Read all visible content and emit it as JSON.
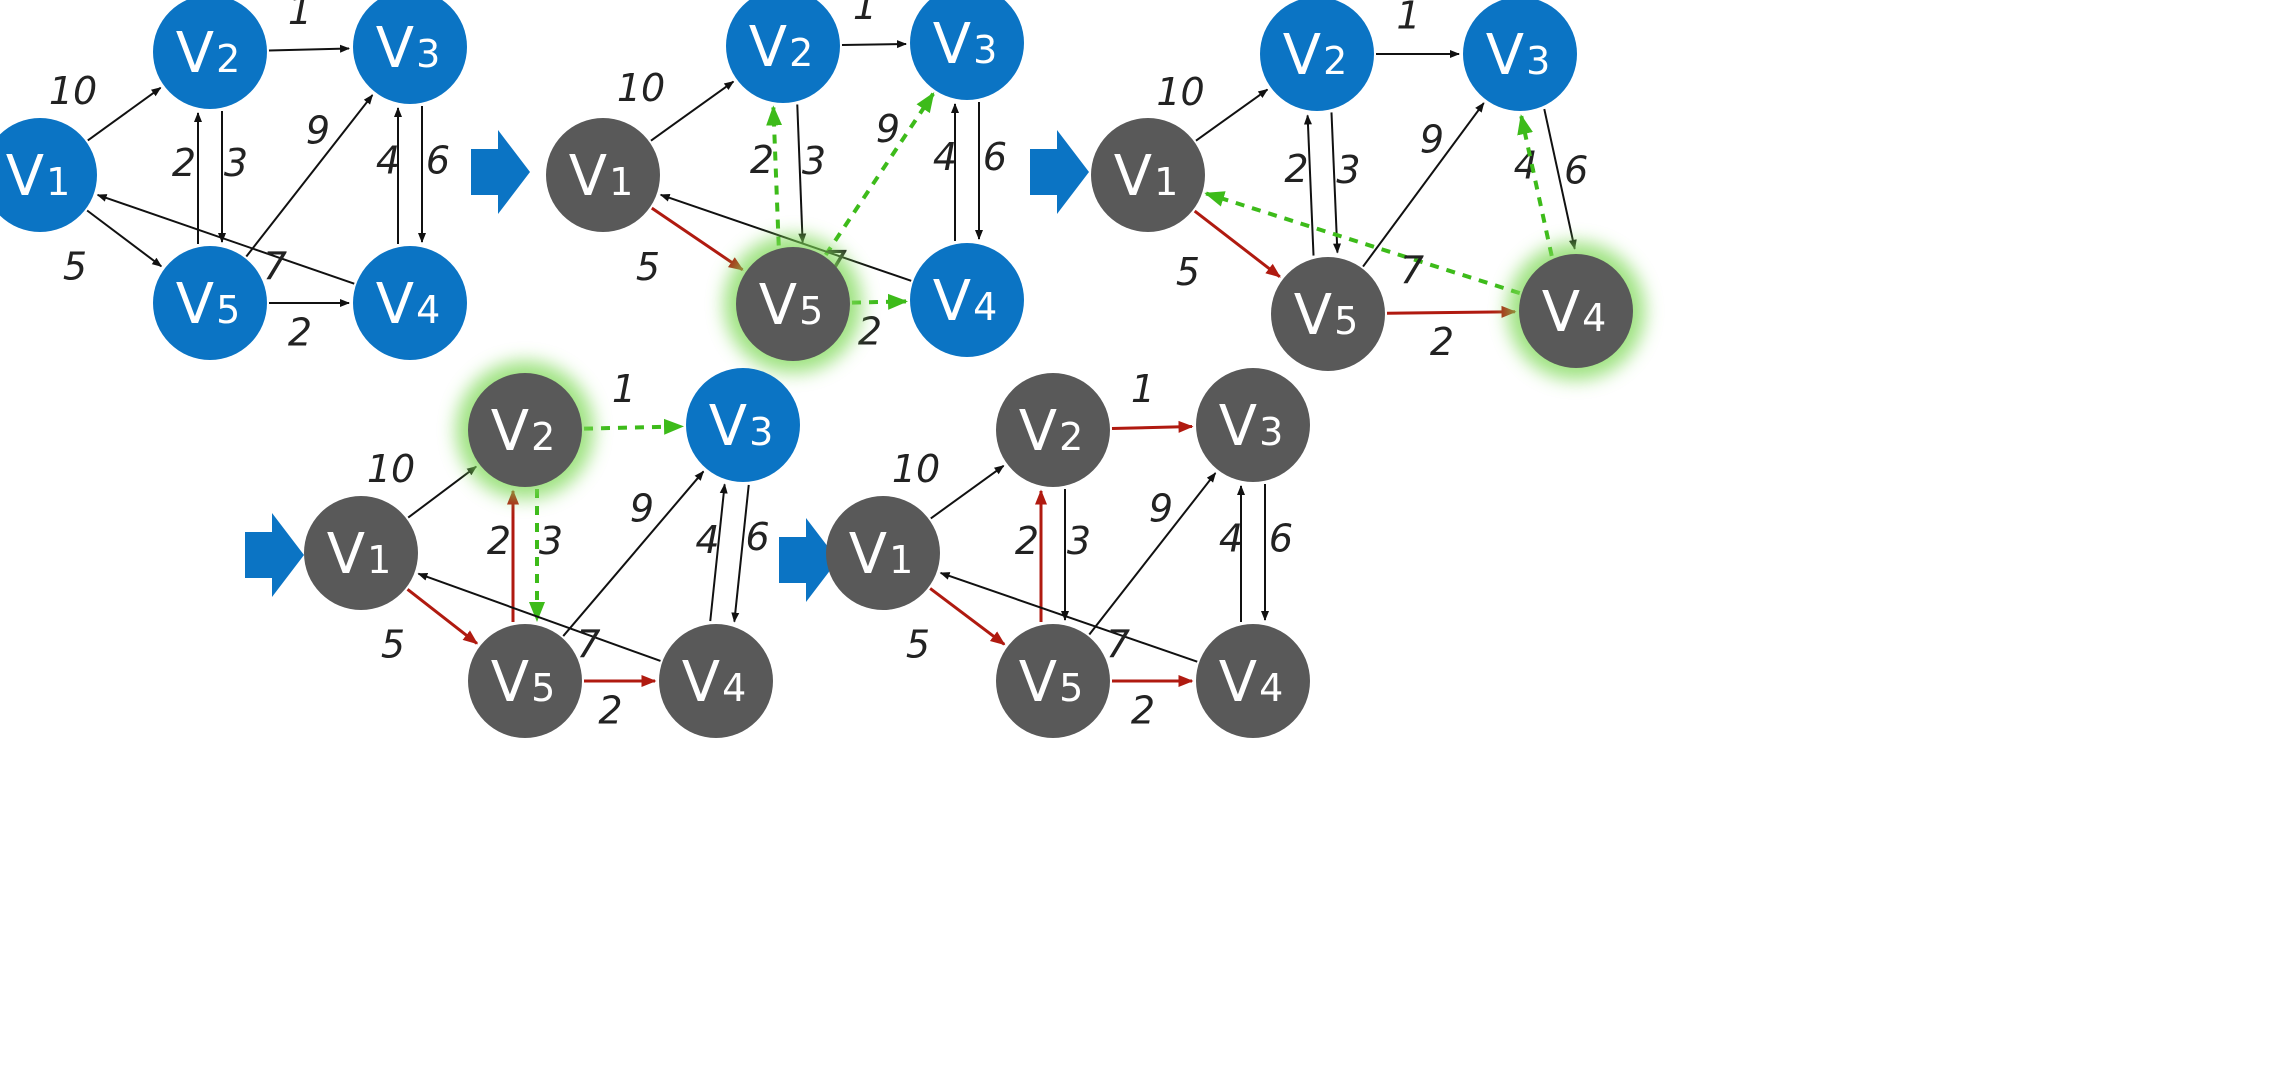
{
  "colors": {
    "unvisited": "#0b74c4",
    "visited": "#595959",
    "edge": "#111111",
    "relaxed": "#b01a10",
    "candidate": "#3dbb1a",
    "highlight": "#7ed957",
    "arrow": "#0b74c4"
  },
  "nodes": [
    {
      "id": "v1",
      "letter": "V",
      "sub": "1"
    },
    {
      "id": "v2",
      "letter": "V",
      "sub": "2"
    },
    {
      "id": "v3",
      "letter": "V",
      "sub": "3"
    },
    {
      "id": "v4",
      "letter": "V",
      "sub": "4"
    },
    {
      "id": "v5",
      "letter": "V",
      "sub": "5"
    }
  ],
  "edges": [
    {
      "id": "v1-v2",
      "from": "v1",
      "to": "v2",
      "weight": "10"
    },
    {
      "id": "v1-v5",
      "from": "v1",
      "to": "v5",
      "weight": "5"
    },
    {
      "id": "v2-v3",
      "from": "v2",
      "to": "v3",
      "weight": "1"
    },
    {
      "id": "v2-v5",
      "from": "v2",
      "to": "v5",
      "weight": "2"
    },
    {
      "id": "v5-v2",
      "from": "v5",
      "to": "v2",
      "weight": "3"
    },
    {
      "id": "v5-v3",
      "from": "v5",
      "to": "v3",
      "weight": "9"
    },
    {
      "id": "v3-v4",
      "from": "v3",
      "to": "v4",
      "weight": "4"
    },
    {
      "id": "v4-v3",
      "from": "v4",
      "to": "v3",
      "weight": "6"
    },
    {
      "id": "v4-v1",
      "from": "v4",
      "to": "v1",
      "weight": "7"
    },
    {
      "id": "v5-v4",
      "from": "v5",
      "to": "v4",
      "weight": "2"
    }
  ],
  "steps": [
    {
      "visited": [],
      "highlight": [],
      "relaxed": [],
      "candidate": []
    },
    {
      "visited": [
        "v1",
        "v5"
      ],
      "highlight": [
        "v5"
      ],
      "relaxed": [
        "v1-v5"
      ],
      "candidate": [
        "v5-v2",
        "v5-v3",
        "v5-v4"
      ]
    },
    {
      "visited": [
        "v1",
        "v5",
        "v4"
      ],
      "highlight": [
        "v4"
      ],
      "relaxed": [
        "v1-v5",
        "v5-v4"
      ],
      "candidate": [
        "v4-v3",
        "v4-v1"
      ]
    },
    {
      "visited": [
        "v1",
        "v5",
        "v4",
        "v2"
      ],
      "highlight": [
        "v2"
      ],
      "relaxed": [
        "v1-v5",
        "v5-v4",
        "v5-v2"
      ],
      "candidate": [
        "v2-v3",
        "v2-v5"
      ]
    },
    {
      "visited": [
        "v1",
        "v5",
        "v4",
        "v2",
        "v3"
      ],
      "highlight": [],
      "relaxed": [
        "v1-v5",
        "v5-v4",
        "v5-v2",
        "v2-v3"
      ],
      "candidate": []
    }
  ],
  "step_arrows": 4
}
